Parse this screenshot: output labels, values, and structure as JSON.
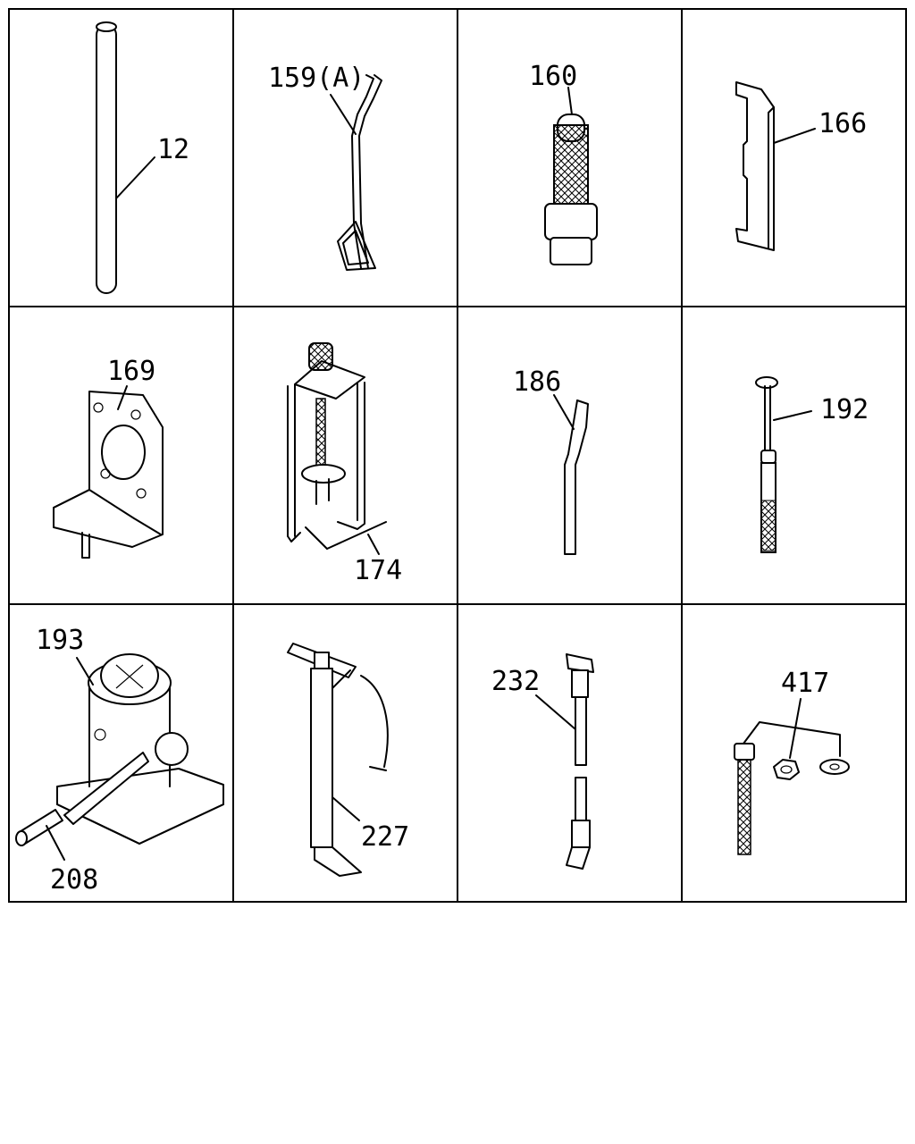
{
  "parts": [
    {
      "id": "12",
      "label": "12"
    },
    {
      "id": "159a",
      "label": "159(A)"
    },
    {
      "id": "160",
      "label": "160"
    },
    {
      "id": "166",
      "label": "166"
    },
    {
      "id": "169",
      "label": "169"
    },
    {
      "id": "174",
      "label": "174"
    },
    {
      "id": "186",
      "label": "186"
    },
    {
      "id": "192",
      "label": "192"
    },
    {
      "id": "193",
      "label": "193"
    },
    {
      "id": "208",
      "label": "208"
    },
    {
      "id": "227",
      "label": "227"
    },
    {
      "id": "232",
      "label": "232"
    },
    {
      "id": "417",
      "label": "417"
    }
  ]
}
